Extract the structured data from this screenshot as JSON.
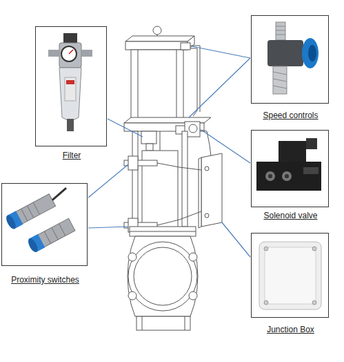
{
  "diagram": {
    "nodes": [
      {
        "text": [
          "Speed controls"
        ]
      },
      {
        "text": [
          "Filter"
        ]
      },
      {
        "text": [
          "Solenoid valve"
        ]
      },
      {
        "text": [
          "Proximity switches"
        ]
      },
      {
        "text": [
          "Junction Box"
        ]
      }
    ]
  }
}
